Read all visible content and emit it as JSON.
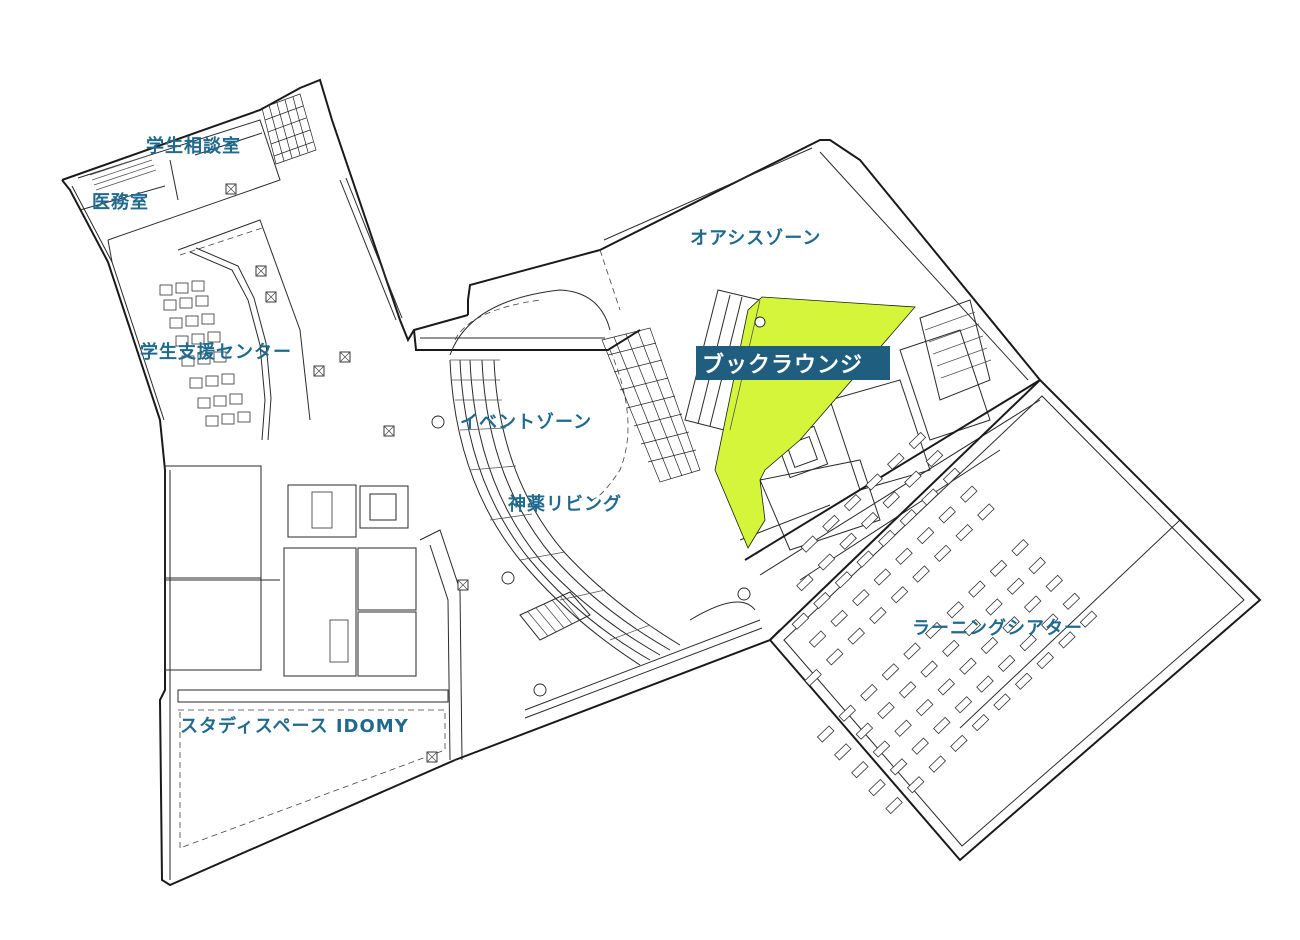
{
  "colors": {
    "label": "#1f6a8e",
    "highlight_fill": "#d5f53a",
    "highlight_label_bg": "#1f5e7e",
    "walls": "#1a1a1a"
  },
  "rooms": {
    "student_counseling": "学生相談室",
    "medical_office": "医務室",
    "student_support_center": "学生支援センター",
    "oasis_zone": "オアシスゾーン",
    "book_lounge": "ブックラウンジ",
    "event_zone": "イベントゾーン",
    "shinyaku_living": "神薬リビング",
    "learning_theater": "ラーニングシアター",
    "study_space": "スタディスペース IDOMY"
  },
  "highlighted_room": "book_lounge"
}
